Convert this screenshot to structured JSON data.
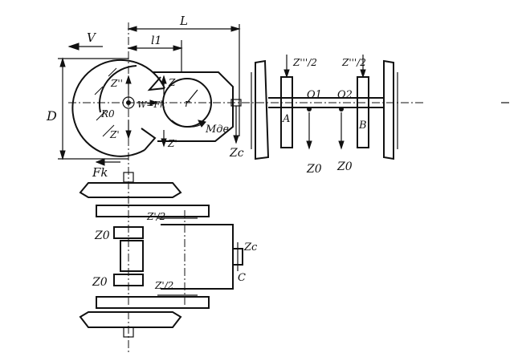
{
  "labels": {
    "velocity": "V",
    "length_l": "l1",
    "length_L": "L",
    "diameter": "D",
    "force_fk": "Fk",
    "z_dd": "Z''",
    "z_d": "Z'",
    "z": "Z",
    "r0": "R0",
    "w_eq_fk": "W=Fk",
    "r": "r",
    "m_dv": "Mдв",
    "z_c": "Zc",
    "half_z_left": "Z'''/2",
    "half_z_right": "Z'''/2",
    "o1": "O1",
    "o2": "O2",
    "point_a": "A",
    "point_b": "B",
    "z0_left": "Z0",
    "z0_right": "Z0",
    "z0_plan_top": "Z0",
    "z0_plan_bottom": "Z0",
    "half_zp_top": "Z'/2",
    "half_zp_bottom": "Z'/2",
    "z_c_plan": "Zc",
    "point_c": "C"
  }
}
